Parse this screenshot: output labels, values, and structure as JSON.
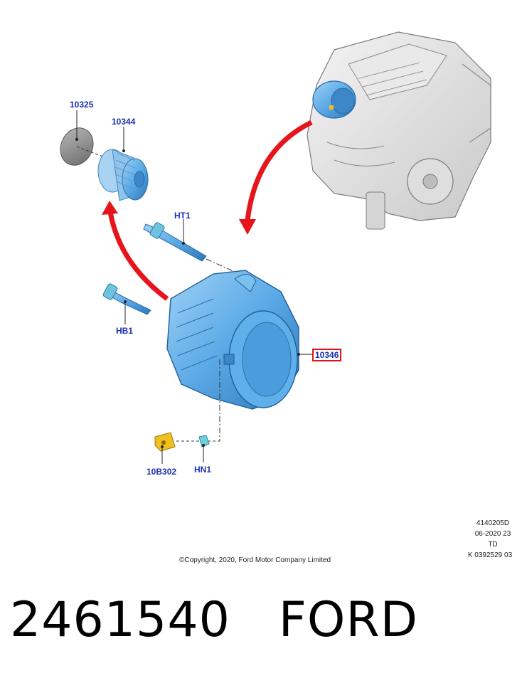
{
  "callouts": {
    "c10325": "10325",
    "c10344": "10344",
    "cHT1": "HT1",
    "cHB1": "HB1",
    "c10346": "10346",
    "c10B302": "10B302",
    "cHN1": "HN1"
  },
  "meta": {
    "line1": "4140205D",
    "line2": "06-2020 23",
    "line3": "TD",
    "line4": "K 0392529 03"
  },
  "copyright": "©Copyright, 2020, Ford Motor Company Limited",
  "footer": {
    "part_number": "2461540",
    "brand": "FORD"
  },
  "colors": {
    "callout": "#1a2fb0",
    "highlight_border": "#e0121b",
    "arrow": "#e8141c",
    "part_blue": "#5aa9e6",
    "part_yellow": "#f2c01e"
  }
}
